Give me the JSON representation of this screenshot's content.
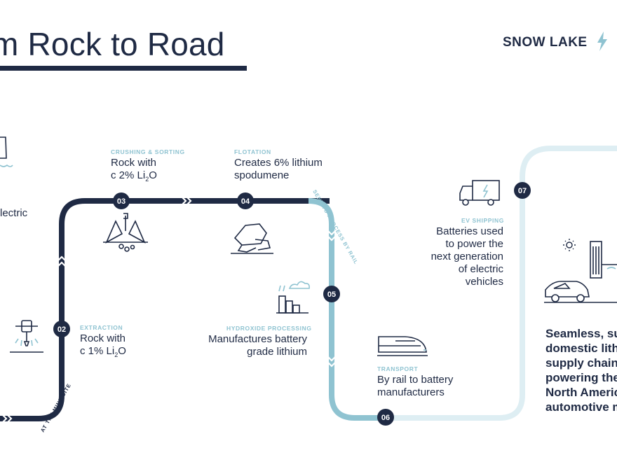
{
  "title": "m Rock to Road",
  "brand": {
    "name": "SNOW LAKE",
    "suffix": "|"
  },
  "colors": {
    "dark": "#1f2a44",
    "teal": "#8fc3d1",
    "pale": "#deeef3"
  },
  "left_fragment": "lectric",
  "track_labels": {
    "at_mine": "AT THE MINE SITE",
    "sent_rail": "SENT TO PROCESS BY RAIL"
  },
  "steps": [
    {
      "num": "02",
      "caption": "EXTRACTION",
      "line1": "Rock with",
      "line2_prefix": "c 1%  Li",
      "sub": "2",
      "line2_suffix": "O"
    },
    {
      "num": "03",
      "caption": "CRUSHING & SORTING",
      "line1": "Rock with",
      "line2_prefix": "c 2% Li",
      "sub": "2",
      "line2_suffix": "O"
    },
    {
      "num": "04",
      "caption": "FLOTATION",
      "line1": "Creates 6% lithium",
      "line2": "spodumene"
    },
    {
      "num": "05",
      "caption": "HYDROXIDE PROCESSING",
      "line1": "Manufactures battery",
      "line2": "grade lithium"
    },
    {
      "num": "06",
      "caption": "TRANSPORT",
      "line1": "By rail to battery",
      "line2": "manufacturers"
    },
    {
      "num": "07",
      "caption": "EV SHIPPING",
      "line1": "Batteries used",
      "line2": "to power the",
      "line3": "next generation",
      "line4": "of electric",
      "line5": "vehicles"
    }
  ],
  "closing": [
    "Seamless, sus",
    "domestic lithi",
    "supply chain",
    "powering the",
    "North Americ",
    "automotive m"
  ],
  "icons": [
    "jackhammer-icon",
    "crusher-icon",
    "rocks-icon",
    "factory-icon",
    "train-icon",
    "truck-icon",
    "sun-icon",
    "building-icon",
    "car-icon",
    "water-tower-icon"
  ]
}
